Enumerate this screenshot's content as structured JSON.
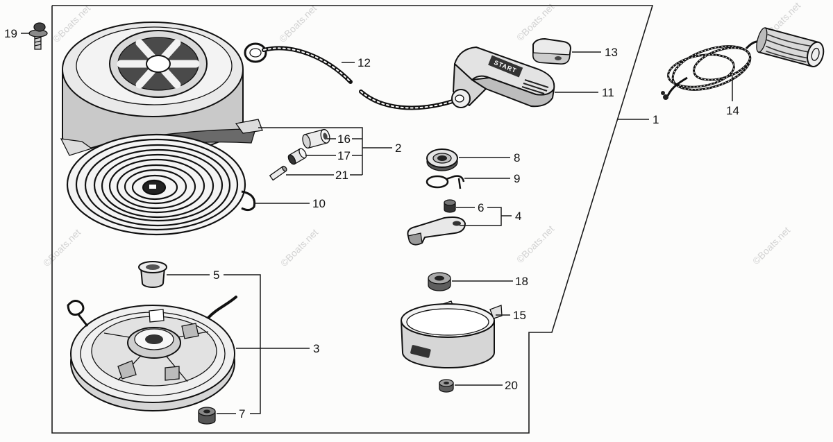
{
  "diagram": {
    "callouts": {
      "n1": "1",
      "n2": "2",
      "n3": "3",
      "n4": "4",
      "n5": "5",
      "n6": "6",
      "n7": "7",
      "n8": "8",
      "n9": "9",
      "n10": "10",
      "n11": "11",
      "n12": "12",
      "n13": "13",
      "n14": "14",
      "n15": "15",
      "n16": "16",
      "n17": "17",
      "n18": "18",
      "n19": "19",
      "n20": "20",
      "n21": "21"
    },
    "watermark": "©Boats.net",
    "handle_label": "START"
  }
}
